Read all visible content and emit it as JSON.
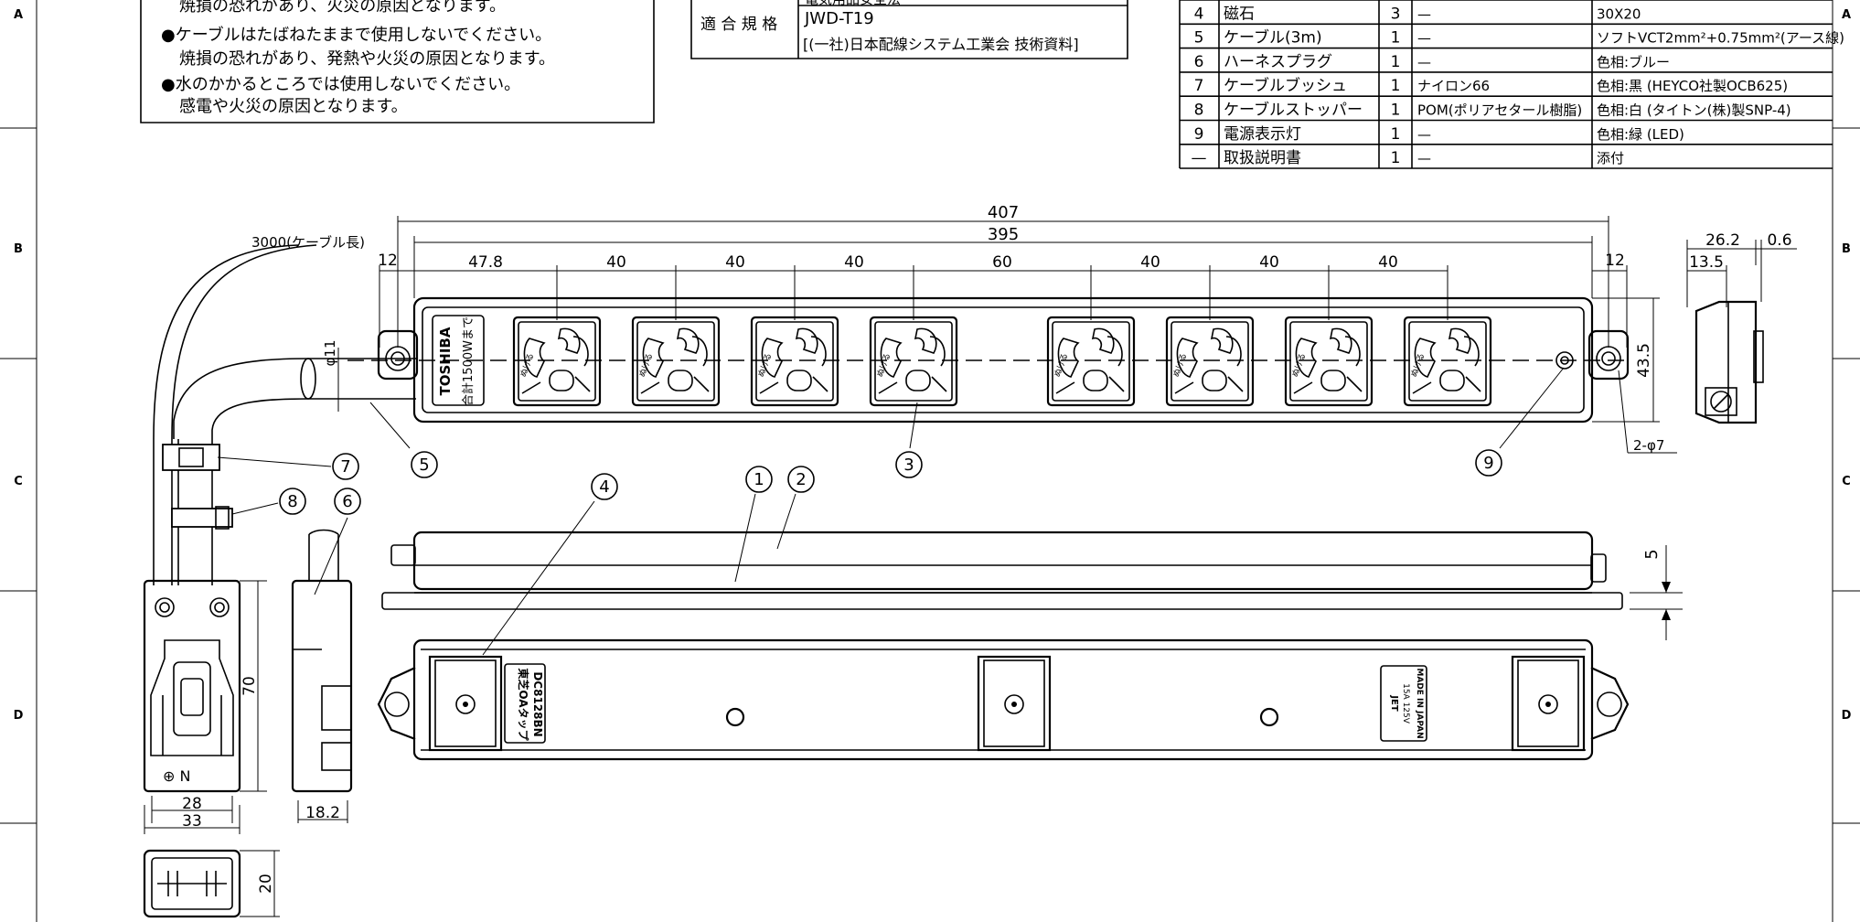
{
  "frame": {
    "zone_letters": [
      "A",
      "B",
      "C",
      "D"
    ],
    "zone_letters_right": [
      "A",
      "B",
      "C",
      "D"
    ]
  },
  "warnings": {
    "line1": "焼損の恐れがあり、火災の原因となります。",
    "line2": "●ケーブルはたばねたままで使用しないでください。",
    "line3": "焼損の恐れがあり、発熱や火災の原因となります。",
    "line4": "●水のかかるところでは使用しないでください。",
    "line5": "感電や火災の原因となります。"
  },
  "standard": {
    "partial_top": "電気用品安全法",
    "label": "適 合 規 格",
    "value1": "JWD-T19",
    "value2": "[(一社)日本配線システム工業会 技術資料]"
  },
  "parts_table": {
    "rows": [
      {
        "no": "4",
        "name": "磁石",
        "qty": "3",
        "material": "—",
        "note": "30X20"
      },
      {
        "no": "5",
        "name": "ケーブル(3m)",
        "qty": "1",
        "material": "—",
        "note": "ソフトVCT2mm²+0.75mm²(アース線)"
      },
      {
        "no": "6",
        "name": "ハーネスプラグ",
        "qty": "1",
        "material": "—",
        "note": "色相:ブルー"
      },
      {
        "no": "7",
        "name": "ケーブルブッシュ",
        "qty": "1",
        "material": "ナイロン66",
        "note": "色相:黒 (HEYCO社製OCB625)"
      },
      {
        "no": "8",
        "name": "ケーブルストッパー",
        "qty": "1",
        "material": "POM(ポリアセタール樹脂)",
        "note": "色相:白 (タイトン(株)製SNP-4)"
      },
      {
        "no": "9",
        "name": "電源表示灯",
        "qty": "1",
        "material": "—",
        "note": "色相:緑 (LED)"
      },
      {
        "no": "—",
        "name": "取扱説明書",
        "qty": "1",
        "material": "—",
        "note": "添付"
      }
    ]
  },
  "dimensions": {
    "overall": "407",
    "pitch_total": "395",
    "cable_length": "3000(ケーブル長)",
    "left_margin": "12",
    "right_margin": "12",
    "spacings": [
      "47.8",
      "40",
      "40",
      "40",
      "60",
      "40",
      "40",
      "40"
    ],
    "cable_dia": "φ11",
    "height": "43.5",
    "holes": "2-φ7",
    "side_width": "26.2",
    "side_inner": "13.5",
    "side_gap": "0.6",
    "thickness": "5",
    "plug_h": "70",
    "plug_w_inner": "28",
    "plug_w": "33",
    "plug_side_w": "18.2",
    "plug_depth": "20"
  },
  "callouts": {
    "c1": "1",
    "c2": "2",
    "c3": "3",
    "c4": "4",
    "c5": "5",
    "c6": "6",
    "c7": "7",
    "c8": "8",
    "c9": "9"
  },
  "markings": {
    "brand": "TOSHIBA",
    "rating": "合計1500Wまで",
    "rear_label1": "東芝OAタップ",
    "rear_label2": "DC8128BN",
    "jet_label1": "JET",
    "jet_label2": "15A 125V",
    "jet_label3": "MADE IN JAPAN",
    "socket_label": "ぬける",
    "plug_marks": "⊕ N"
  }
}
